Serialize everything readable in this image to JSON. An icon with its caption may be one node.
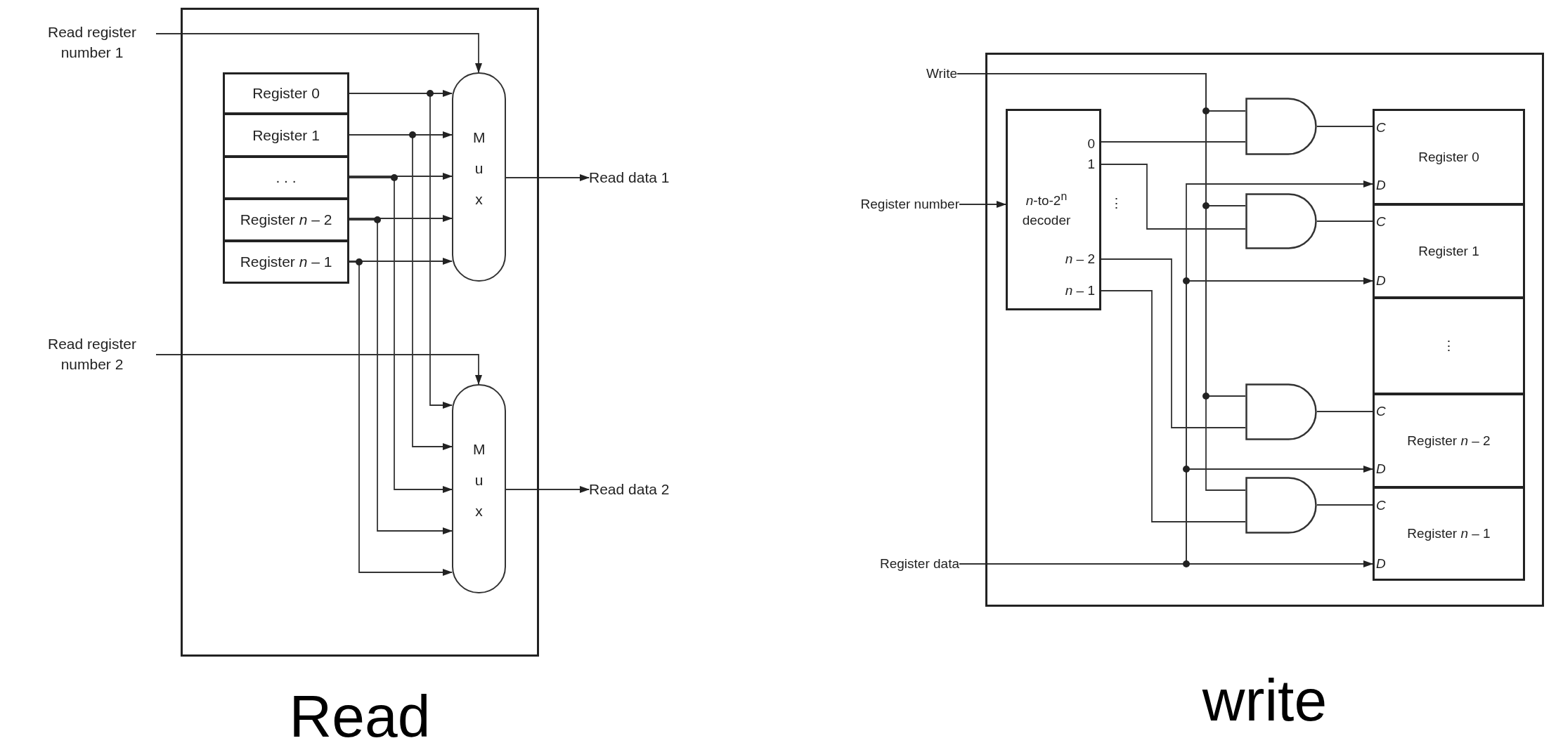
{
  "diagram": {
    "nodes": [
      {
        "text": [],
        "shape": "box",
        "beside": [
          "Read"
        ]
      },
      {
        "text": [
          "Read register number 1"
        ]
      },
      {
        "text": [
          "Register 0"
        ],
        "in": 0
      },
      {
        "text": [
          "Register 1"
        ],
        "in": 0
      },
      {
        "text": [
          ". . ."
        ],
        "in": 0
      },
      {
        "text": [
          "Register *n* – 2"
        ],
        "in": 0
      },
      {
        "text": [
          "Register *n* – 1"
        ],
        "in": 0
      },
      {
        "text": [
          "M u x"
        ],
        "in": 0
      },
      {
        "text": [
          "Read data 1"
        ]
      },
      {
        "text": [
          "Read register number 2"
        ]
      },
      {
        "text": [
          "M u x"
        ],
        "in": 0
      },
      {
        "text": [
          "Read data 2"
        ]
      },
      {
        "text": [],
        "shape": "box",
        "beside": [
          "write"
        ]
      },
      {
        "text": [
          "Write"
        ]
      },
      {
        "text": [
          "Register number"
        ]
      },
      {
        "text": [
          "*n*-to-2$^{n}$ decoder"
        ],
        "in": 12
      },
      {
        "text": [],
        "shape": "gate",
        "in": 12
      },
      {
        "text": [],
        "shape": "gate",
        "in": 12
      },
      {
        "text": [],
        "shape": "gate",
        "in": 12
      },
      {
        "text": [],
        "shape": "gate",
        "in": 12
      },
      {
        "text": [
          "Register data"
        ]
      },
      {
        "text": [
          "Register 0"
        ],
        "in": 12
      },
      {
        "text": [
          "Register 1"
        ],
        "in": 12
      },
      {
        "text": [
          "⋮"
        ],
        "in": 12
      },
      {
        "text": [
          "Register *n* – 2"
        ],
        "in": 12
      },
      {
        "text": [
          "Register *n* – 1"
        ],
        "in": 12
      }
    ],
    "edges": [
      {
        "from": 1,
        "to": 7,
        "arrow": "to"
      },
      {
        "from": 2,
        "to": 7,
        "arrow": "to"
      },
      {
        "from": 3,
        "to": 7,
        "arrow": "to"
      },
      {
        "from": 4,
        "to": 7,
        "arrow": "to"
      },
      {
        "from": 5,
        "to": 7,
        "arrow": "to"
      },
      {
        "from": 6,
        "to": 7,
        "arrow": "to"
      },
      {
        "from": 7,
        "to": 8,
        "arrow": "to"
      },
      {
        "from": 9,
        "to": 10,
        "arrow": "to"
      },
      {
        "from": 2,
        "to": 10,
        "arrow": "to"
      },
      {
        "from": 3,
        "to": 10,
        "arrow": "to"
      },
      {
        "from": 4,
        "to": 10,
        "arrow": "to"
      },
      {
        "from": 5,
        "to": 10,
        "arrow": "to"
      },
      {
        "from": 6,
        "to": 10,
        "arrow": "to"
      },
      {
        "from": 10,
        "to": 11,
        "arrow": "to"
      },
      {
        "from": 13,
        "to": 16,
        "arrow": "none"
      },
      {
        "from": 13,
        "to": 17,
        "arrow": "none"
      },
      {
        "from": 13,
        "to": 18,
        "arrow": "none"
      },
      {
        "from": 13,
        "to": 19,
        "arrow": "none"
      },
      {
        "from": 14,
        "to": 15,
        "arrow": "to"
      },
      {
        "from": 15,
        "to": 16,
        "arrow": "none"
      },
      {
        "from": 15,
        "to": 17,
        "arrow": "none"
      },
      {
        "from": 15,
        "to": 18,
        "arrow": "none"
      },
      {
        "from": 15,
        "to": 19,
        "arrow": "none"
      },
      {
        "from": 16,
        "to": 21,
        "arrow": "none"
      },
      {
        "from": 17,
        "to": 22,
        "arrow": "none"
      },
      {
        "from": 18,
        "to": 24,
        "arrow": "none"
      },
      {
        "from": 19,
        "to": 25,
        "arrow": "none"
      },
      {
        "from": 20,
        "to": 21,
        "arrow": "to"
      },
      {
        "from": 20,
        "to": 22,
        "arrow": "to"
      },
      {
        "from": 20,
        "to": 24,
        "arrow": "to"
      },
      {
        "from": 20,
        "to": 25,
        "arrow": "to"
      }
    ],
    "labels": [
      "0",
      "1",
      "⋮",
      "*n* – 2",
      "*n* – 1",
      "C",
      "D",
      "C",
      "D",
      "C",
      "D",
      "C",
      "D"
    ]
  }
}
